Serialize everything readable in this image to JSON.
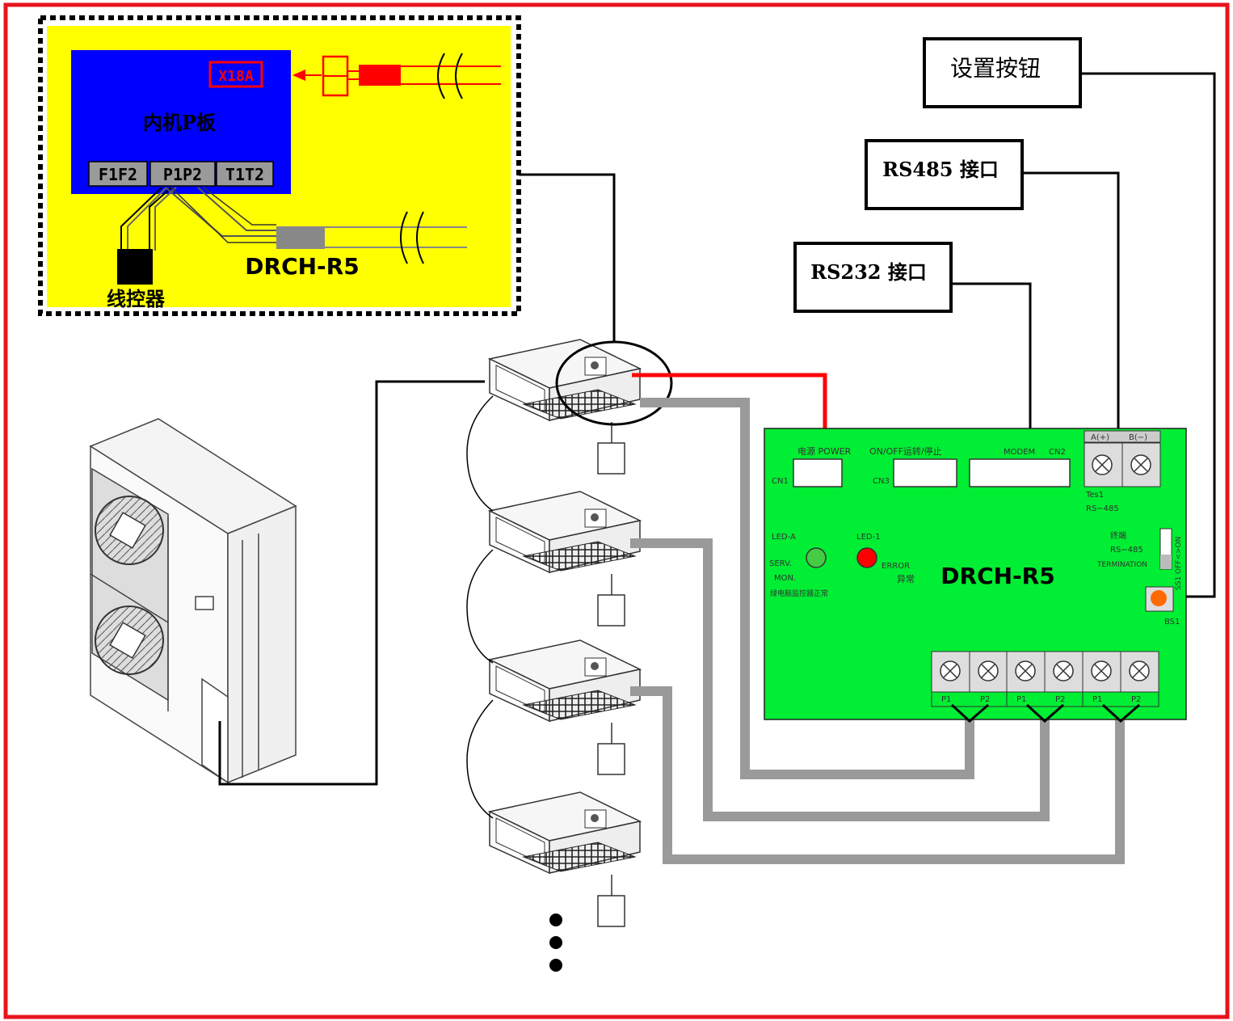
{
  "callouts": {
    "settings_button": "设置按钮",
    "rs485_port": "RS485 接口",
    "rs232_port": "RS232 接口"
  },
  "inset": {
    "board_label": "内机P板",
    "x18a": "X18A",
    "terminal_f1f2": "F1F2",
    "terminal_p1p2": "P1P2",
    "terminal_t1t2": "T1T2",
    "device_name": "DRCH-R5",
    "wired_controller": "线控器"
  },
  "board": {
    "model": "DRCH-R5",
    "power_label": "电源 POWER",
    "cn1": "CN1",
    "onoff_label": "ON/OFF运转/停止",
    "cn3": "CN3",
    "modem_label": "MODEM",
    "cn2": "CN2",
    "a_plus": "A(+)",
    "b_minus": "B(−)",
    "tes1": "Tes1",
    "rs485": "RS−485",
    "termination_cn": "终端",
    "termination_rs485": "RS−485",
    "termination_en": "TERMINATION",
    "switch_label": "SS1 OFF<>ON",
    "led_a": "LED-A",
    "serv": "SERV.",
    "mon": "MON.",
    "led_a_desc": "绿电脑监控器正常",
    "led_1": "LED-1",
    "error": "ERROR",
    "error_cn": "异常",
    "bs1": "BS1",
    "p1": "P1",
    "p2": "P2",
    "terminal_groups": [
      "P1 P2",
      "P1 P2",
      "P1 P2"
    ]
  },
  "colors": {
    "frame": "#e8141b",
    "inset_bg": "#ffff00",
    "inset_board": "#0000ff",
    "board_green": "#00ee33",
    "signal_red": "#ff0000",
    "cable_gray": "#9a9a9a",
    "button_orange": "#ff6a00"
  }
}
